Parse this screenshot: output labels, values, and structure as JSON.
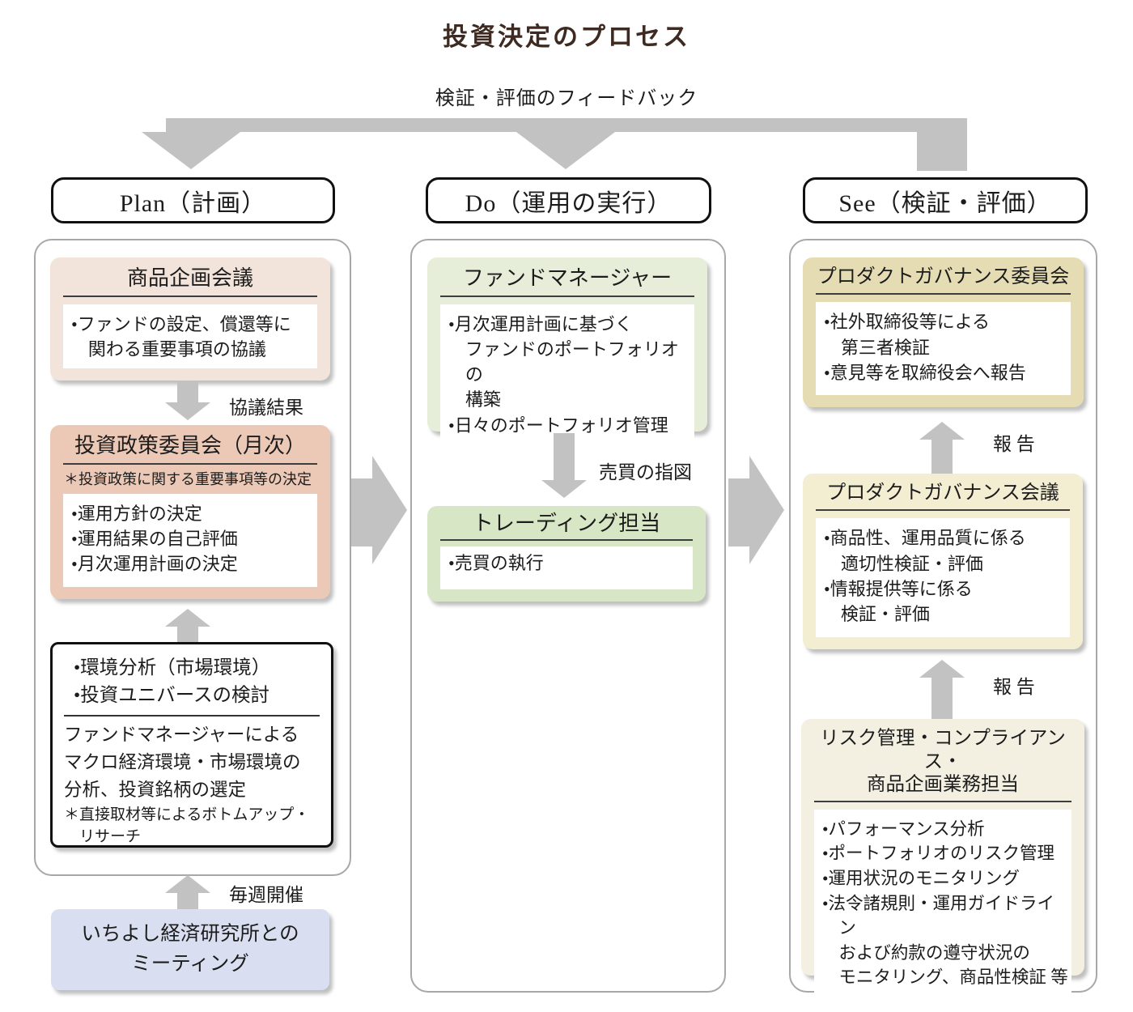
{
  "page": {
    "title": "投資決定のプロセス",
    "feedback_label": "検証・評価のフィードバック"
  },
  "colors": {
    "title_brown": "#3e2a20",
    "arrow_gray": "#c2c2c2",
    "container_border": "#a8a8a8",
    "plan_box1_bg": "#f2e4da",
    "plan_box2_bg": "#ecc9b6",
    "meeting_bg": "#d9dff0",
    "do_box1_bg": "#e6edd8",
    "do_box2_bg": "#d7e7c5",
    "see_box1_bg": "#e5dcb4",
    "see_box2_bg": "#f3edd2",
    "see_box3_bg": "#f3f0e2"
  },
  "plan": {
    "header": "Plan（計画）",
    "box1": {
      "title": "商品企画会議",
      "bullets": [
        "•ファンドの設定、償還等に\n関わる重要事項の協議"
      ]
    },
    "arrow1_label": "協議結果",
    "box2": {
      "title": "投資政策委員会（月次）",
      "note": "＊投資政策に関する重要事項等の決定",
      "bullets": [
        "•運用方針の決定",
        "•運用結果の自己評価",
        "•月次運用計画の決定"
      ]
    },
    "box3": {
      "bullets": [
        "•環境分析（市場環境）",
        "•投資ユニバースの検討"
      ],
      "body": "ファンドマネージャーによる\nマクロ経済環境・市場環境の\n分析、投資銘柄の選定",
      "note": "＊直接取材等によるボトムアップ・\nリサーチ"
    },
    "arrow2_label": "毎週開催",
    "meeting_label": "いちよし経済研究所との\nミーティング"
  },
  "do": {
    "header": "Do（運用の実行）",
    "box1": {
      "title": "ファンドマネージャー",
      "bullets": [
        "•月次運用計画に基づく\nファンドのポートフォリオの\n構築",
        "•日々のポートフォリオ管理"
      ]
    },
    "arrow1_label": "売買の指図",
    "box2": {
      "title": "トレーディング担当",
      "bullets": [
        "•売買の執行"
      ]
    }
  },
  "see": {
    "header": "See（検証・評価）",
    "box1": {
      "title": "プロダクトガバナンス委員会",
      "bullets": [
        "•社外取締役等による\n第三者検証",
        "•意見等を取締役会へ報告"
      ]
    },
    "arrow1_label": "報 告",
    "box2": {
      "title": "プロダクトガバナンス会議",
      "bullets": [
        "•商品性、運用品質に係る\n適切性検証・評価",
        "•情報提供等に係る\n検証・評価"
      ]
    },
    "arrow2_label": "報 告",
    "box3": {
      "title": "リスク管理・コンプライアンス・\n商品企画業務担当",
      "bullets": [
        "•パフォーマンス分析",
        "•ポートフォリオのリスク管理",
        "•運用状況のモニタリング",
        "•法令諸規則・運用ガイドライン\nおよび約款の遵守状況の\nモニタリング、商品性検証 等"
      ]
    }
  }
}
